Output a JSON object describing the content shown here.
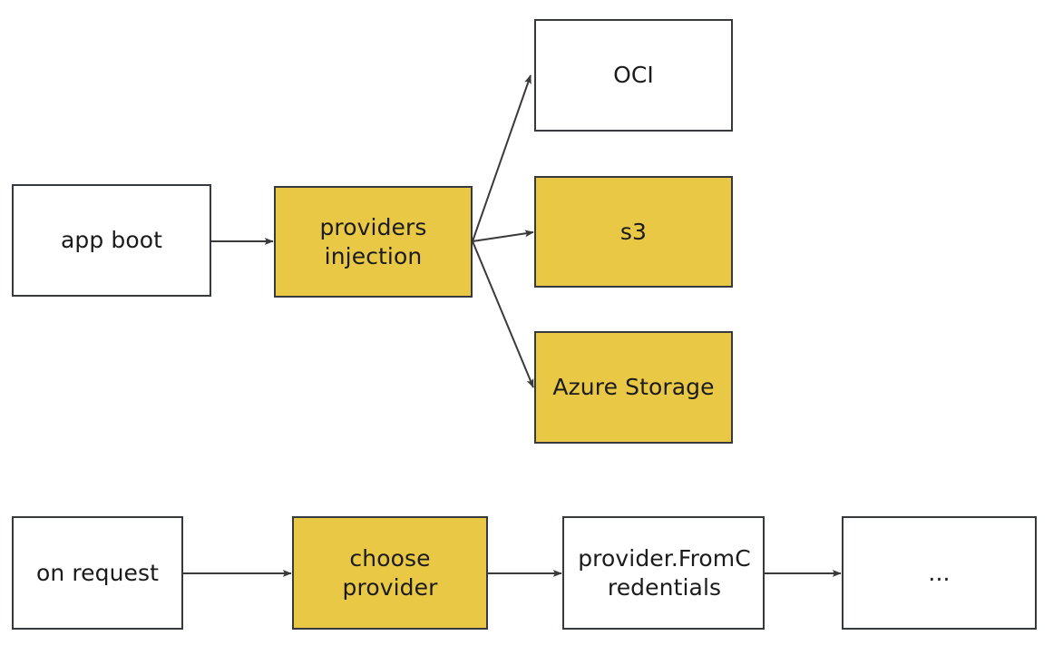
{
  "diagram": {
    "type": "flowchart",
    "background_color": "#FFFFFF",
    "palette": {
      "node_fill_highlight": "#E9C846",
      "node_fill_default": "#FFFFFF",
      "node_stroke": "#36393D",
      "edge_stroke": "#3A3A3A",
      "text_color": "#1B1B1B"
    },
    "flows": [
      {
        "name": "boot-flow",
        "nodes": [
          {
            "id": "app-boot",
            "label": "app boot",
            "style": "default"
          },
          {
            "id": "providers-injection",
            "label": "providers\ninjection",
            "style": "highlight"
          },
          {
            "id": "oci",
            "label": "OCI",
            "style": "default"
          },
          {
            "id": "s3",
            "label": "s3",
            "style": "highlight"
          },
          {
            "id": "azure-storage",
            "label": "Azure Storage",
            "style": "highlight"
          }
        ],
        "edges": [
          {
            "from": "app-boot",
            "to": "providers-injection"
          },
          {
            "from": "providers-injection",
            "to": "oci"
          },
          {
            "from": "providers-injection",
            "to": "s3"
          },
          {
            "from": "providers-injection",
            "to": "azure-storage"
          }
        ]
      },
      {
        "name": "request-flow",
        "nodes": [
          {
            "id": "on-request",
            "label": "on request",
            "style": "default"
          },
          {
            "id": "choose-provider",
            "label": "choose\nprovider",
            "style": "highlight"
          },
          {
            "id": "provider-from-credentials",
            "label": "provider.FromC\nredentials",
            "style": "default"
          },
          {
            "id": "ellipsis",
            "label": "...",
            "style": "default"
          }
        ],
        "edges": [
          {
            "from": "on-request",
            "to": "choose-provider"
          },
          {
            "from": "choose-provider",
            "to": "provider-from-credentials"
          },
          {
            "from": "provider-from-credentials",
            "to": "ellipsis"
          }
        ]
      }
    ]
  }
}
